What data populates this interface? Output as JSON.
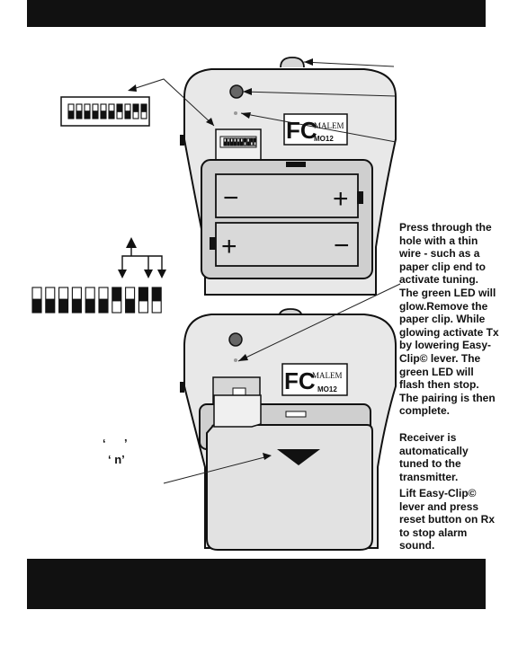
{
  "logo": {
    "brand": "MALEM",
    "model": "MO12",
    "fc_mark": "FC"
  },
  "battery": {
    "plus": "+",
    "minus": "−"
  },
  "instructions": {
    "tuning": "Press through the hole with a thin wire - such as a paper clip end to activate tuning. The green LED will glow.Remove the paper clip. While glowing activate Tx by lowering Easy-Clip© lever. The green LED will flash then stop. The pairing is then complete.",
    "tuned": "Receiver is automatically tuned to the transmitter.",
    "reset": "Lift Easy-Clip© lever and press reset button on Rx to stop alarm sound."
  },
  "fragments": {
    "quote_a": "‘",
    "quote_b": "’",
    "quote_n": "‘ n’"
  },
  "colors": {
    "bar": "#111111",
    "ink": "#111111",
    "device_fill": "#e8e8e8",
    "battery_fill": "#d6d6d6"
  }
}
